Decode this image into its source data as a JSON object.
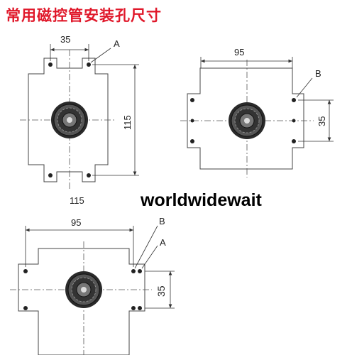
{
  "title": "常用磁控管安装孔尺寸",
  "watermark": "worldwidewait",
  "colors": {
    "title": "#e0182a",
    "watermark": "#000000",
    "line": "#333333"
  },
  "diagram_1": {
    "dim_top": "35",
    "dim_right": "115",
    "dim_bottom": "115",
    "label_a": "A"
  },
  "diagram_2": {
    "dim_top": "95",
    "dim_right": "35",
    "label_b": "B"
  },
  "diagram_3": {
    "dim_top": "95",
    "dim_right": "35",
    "label_b": "B",
    "label_a": "A"
  }
}
